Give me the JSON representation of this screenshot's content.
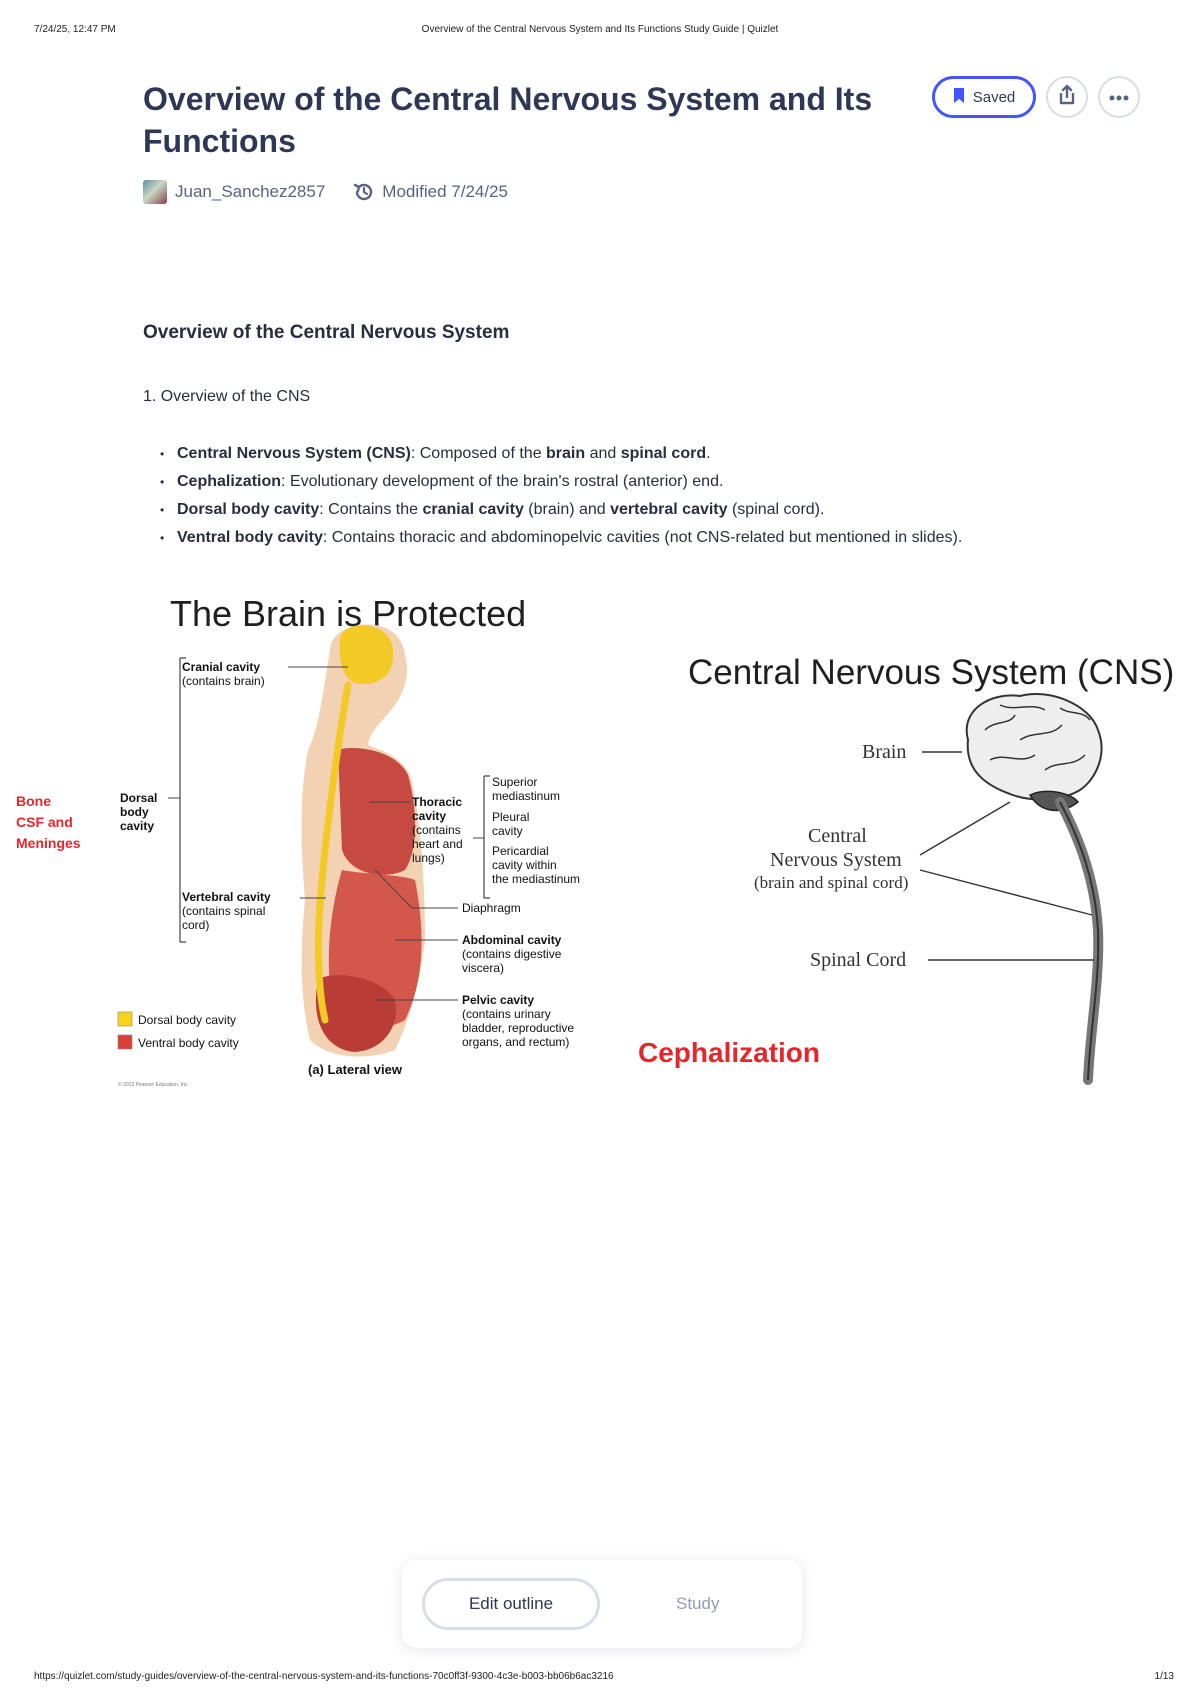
{
  "print_header": {
    "date": "7/24/25, 12:47 PM",
    "title": "Overview of the Central Nervous System and Its Functions Study Guide | Quizlet"
  },
  "title": "Overview of the Central Nervous System and Its Functions",
  "actions": {
    "saved_label": "Saved",
    "share_icon": "share-icon",
    "more_icon": "more-icon"
  },
  "meta": {
    "author": "Juan_Sanchez2857",
    "modified": "Modified 7/24/25"
  },
  "content": {
    "section_heading": "Overview of the Central Nervous System",
    "subheading": "1. Overview of the CNS",
    "bullets": [
      {
        "term": "Central Nervous System (CNS)",
        "parts": [
          ": Composed of the ",
          "brain",
          " and ",
          "spinal cord",
          "."
        ]
      },
      {
        "term": "Cephalization",
        "parts": [
          ": Evolutionary development of the brain's rostral (anterior) end."
        ]
      },
      {
        "term": "Dorsal body cavity",
        "parts": [
          ": Contains the ",
          "cranial cavity",
          " (brain) and ",
          "vertebral cavity",
          " (spinal cord)."
        ]
      },
      {
        "term": "Ventral body cavity",
        "parts": [
          ": Contains thoracic and abdominopelvic cavities (not CNS-related but mentioned in slides)."
        ]
      }
    ]
  },
  "figure": {
    "left_title": "The Brain is Protected",
    "red_labels": [
      "Bone",
      "CSF and",
      "Meninges"
    ],
    "cranial": [
      "Cranial cavity",
      "(contains brain)"
    ],
    "dorsal": [
      "Dorsal",
      "body",
      "cavity"
    ],
    "vertebral": [
      "Vertebral cavity",
      "(contains spinal",
      "cord)"
    ],
    "thoracic": [
      "Thoracic",
      "cavity",
      "(contains",
      "heart and",
      "lungs)"
    ],
    "superior": [
      "Superior",
      "mediastinum"
    ],
    "pleural": [
      "Pleural",
      "cavity"
    ],
    "pericardial": [
      "Pericardial",
      "cavity within",
      "the mediastinum"
    ],
    "diaphragm": "Diaphragm",
    "abdominal": [
      "Abdominal cavity",
      "(contains digestive",
      "viscera)"
    ],
    "pelvic": [
      "Pelvic cavity",
      "(contains urinary",
      "bladder, reproductive",
      "organs, and rectum)"
    ],
    "legend_dorsal": "Dorsal body cavity",
    "legend_ventral": "Ventral body cavity",
    "lateral_view": "(a) Lateral view",
    "copyright": "© 2013 Pearson Education, Inc.",
    "right_title": "Central Nervous System (CNS)",
    "brain_label": "Brain",
    "cns_label": [
      "Central",
      "Nervous System",
      "(brain and spinal cord)"
    ],
    "spinal_label": "Spinal Cord",
    "cephalization": "Cephalization",
    "colors": {
      "dorsal": "#f7d417",
      "ventral": "#d9403a",
      "accent_red": "#e5262b"
    }
  },
  "bottom_bar": {
    "edit_label": "Edit outline",
    "study_label": "Study"
  },
  "print_footer": {
    "url": "https://quizlet.com/study-guides/overview-of-the-central-nervous-system-and-its-functions-70c0ff3f-9300-4c3e-b003-bb06b6ac3216",
    "page": "1/13"
  }
}
